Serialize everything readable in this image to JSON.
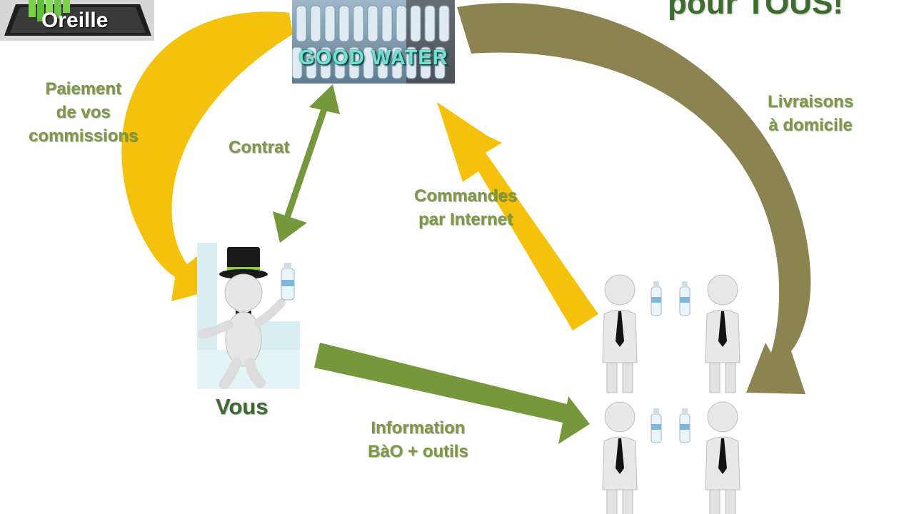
{
  "header": {
    "title": "pour TOUS!"
  },
  "logo": {
    "text": "Oreille"
  },
  "supplier": {
    "label": "GOOD WATER"
  },
  "you": {
    "label": "Vous"
  },
  "labels": {
    "payment": [
      "Paiement",
      "de vos",
      "commissions"
    ],
    "contract": "Contrat",
    "orders": [
      "Commandes",
      "par Internet"
    ],
    "delivery": [
      "Livraisons",
      "à domicile"
    ],
    "info": [
      "Information",
      "BàO + outils"
    ]
  },
  "colors": {
    "title_green": "#3e6b2e",
    "label_green": "#7b9a43",
    "arrow_yellow": "#f4c20d",
    "arrow_green": "#76973b",
    "arrow_olive": "#8c8450"
  },
  "icons": {
    "top_hat_figure": "man-with-top-hat-icon",
    "customers": "businessman-with-bottle-icon",
    "bottle": "water-bottle-icon"
  }
}
